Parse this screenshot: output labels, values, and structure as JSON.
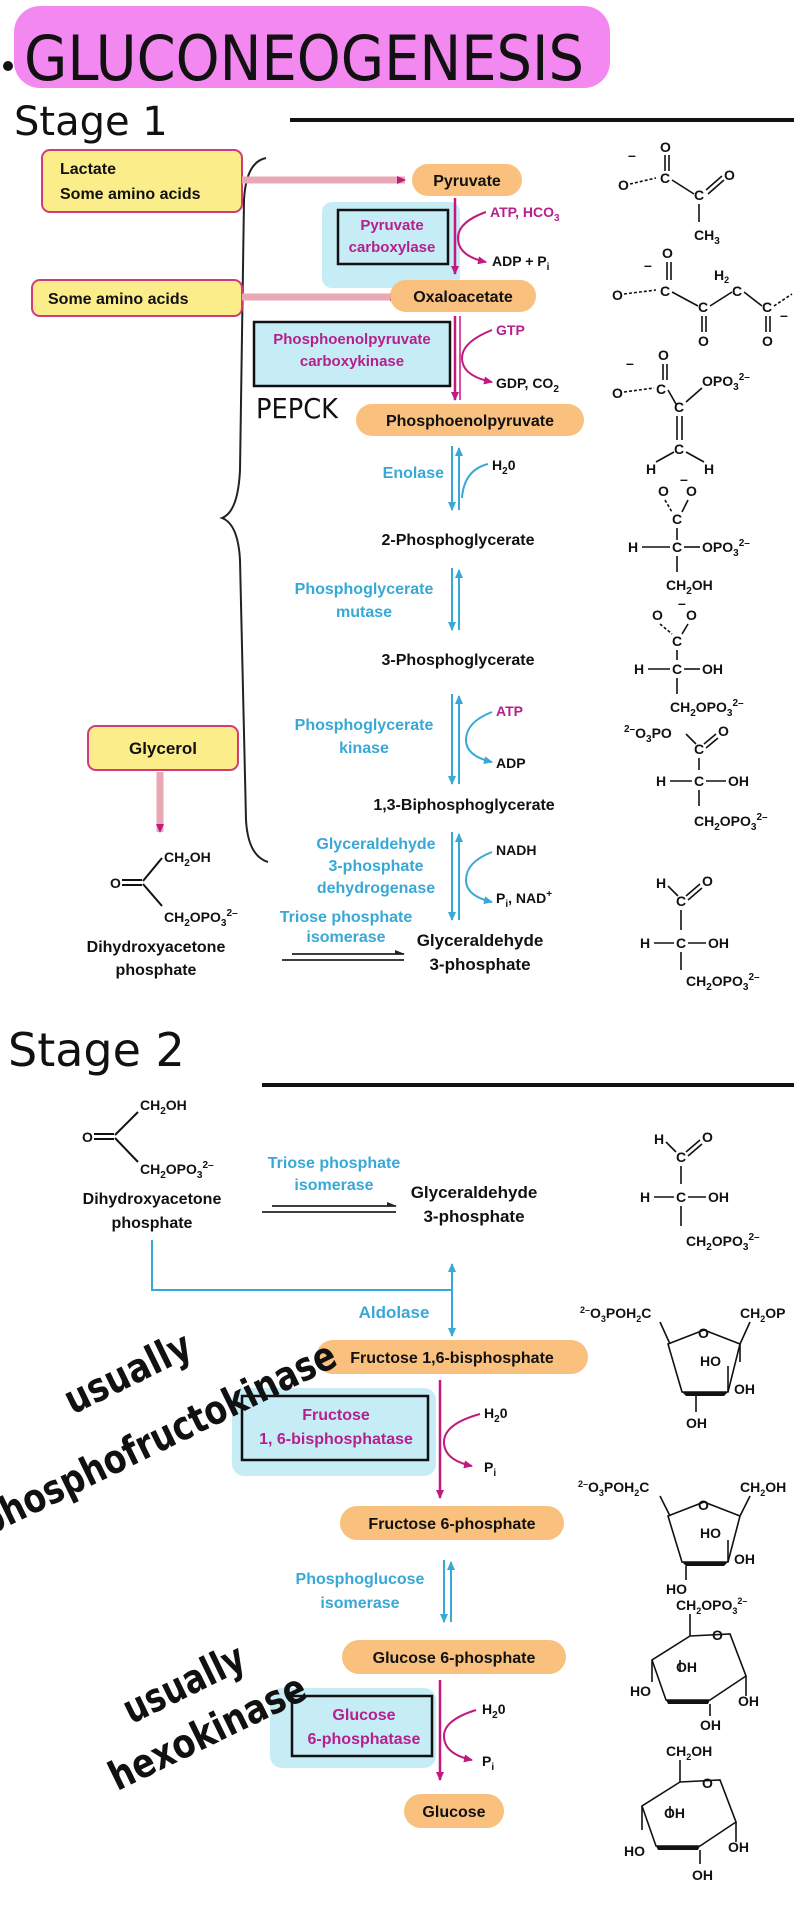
{
  "title": "GLUCONEOGENESIS",
  "colors": {
    "pink_banner": "#f389f0",
    "yellow_box": "#fbee8a",
    "yellow_border": "#d23a7a",
    "orange_pill": "#f9c07e",
    "enzyme_blue": "#38a8d6",
    "cyan_highlight": "#c6ecf6",
    "magenta": "#b5208e",
    "magenta_arrow": "#c2187f"
  },
  "stage1": {
    "heading": "Stage 1",
    "sources": {
      "lactate_line1": "Lactate",
      "lactate_line2": "Some amino acids",
      "amino_acids": "Some amino acids",
      "glycerol": "Glycerol"
    },
    "metabolites": {
      "pyruvate": "Pyruvate",
      "oxaloacetate": "Oxaloacetate",
      "pep": "Phosphoenolpyruvate",
      "pg2": "2-Phosphoglycerate",
      "pg3": "3-Phosphoglycerate",
      "bpg": "1,3-Biphosphoglycerate",
      "gap_line1": "Glyceraldehyde",
      "gap_line2": "3-phosphate",
      "dhap_line1": "Dihydroxyacetone",
      "dhap_line2": "phosphate"
    },
    "enzymes": {
      "pc_line1": "Pyruvate",
      "pc_line2": "carboxylase",
      "pepck_line1": "Phosphoenolpyruvate",
      "pepck_line2": "carboxykinase",
      "pepck_note": "PEPCK",
      "enolase": "Enolase",
      "pgm_line1": "Phosphoglycerate",
      "pgm_line2": "mutase",
      "pgk_line1": "Phosphoglycerate",
      "pgk_line2": "kinase",
      "gapdh_line1": "Glyceraldehyde",
      "gapdh_line2": "3-phosphate",
      "gapdh_line3": "dehydrogenase",
      "tpi_line1": "Triose phosphate",
      "tpi_line2": "isomerase"
    },
    "cofactors": {
      "atp_hco3": "ATP, HCO",
      "adp_pi": "ADP + P",
      "gtp": "GTP",
      "gdp_co2": "GDP, CO",
      "h2o": "H",
      "atp": "ATP",
      "adp": "ADP",
      "nadh": "NADH",
      "pi_nad": "P",
      "nad": ", NAD"
    },
    "dhap_struct": {
      "ch2oh": "CH",
      "ch2opo3": "CH"
    }
  },
  "stage2": {
    "heading": "Stage 2",
    "metabolites": {
      "dhap_line1": "Dihydroxyacetone",
      "dhap_line2": "phosphate",
      "gap_line1": "Glyceraldehyde",
      "gap_line2": "3-phosphate",
      "f16bp": "Fructose 1,6-bisphosphate",
      "f6p": "Fructose 6-phosphate",
      "g6p": "Glucose 6-phosphate",
      "glucose": "Glucose"
    },
    "enzymes": {
      "tpi_line1": "Triose phosphate",
      "tpi_line2": "isomerase",
      "aldolase": "Aldolase",
      "fbpase_line1": "Fructose",
      "fbpase_line2": "1, 6-bisphosphatase",
      "pgi_line1": "Phosphoglucose",
      "pgi_line2": "isomerase",
      "g6pase_line1": "Glucose",
      "g6pase_line2": "6-phosphatase"
    },
    "cofactors": {
      "h2o_1": "H",
      "pi_1": "P",
      "h2o_2": "H",
      "pi_2": "P"
    },
    "notes": {
      "note1_line1": "usually",
      "note1_line2": "phosphofructokinase",
      "note2_line1": "usually",
      "note2_line2": "hexokinase"
    }
  }
}
